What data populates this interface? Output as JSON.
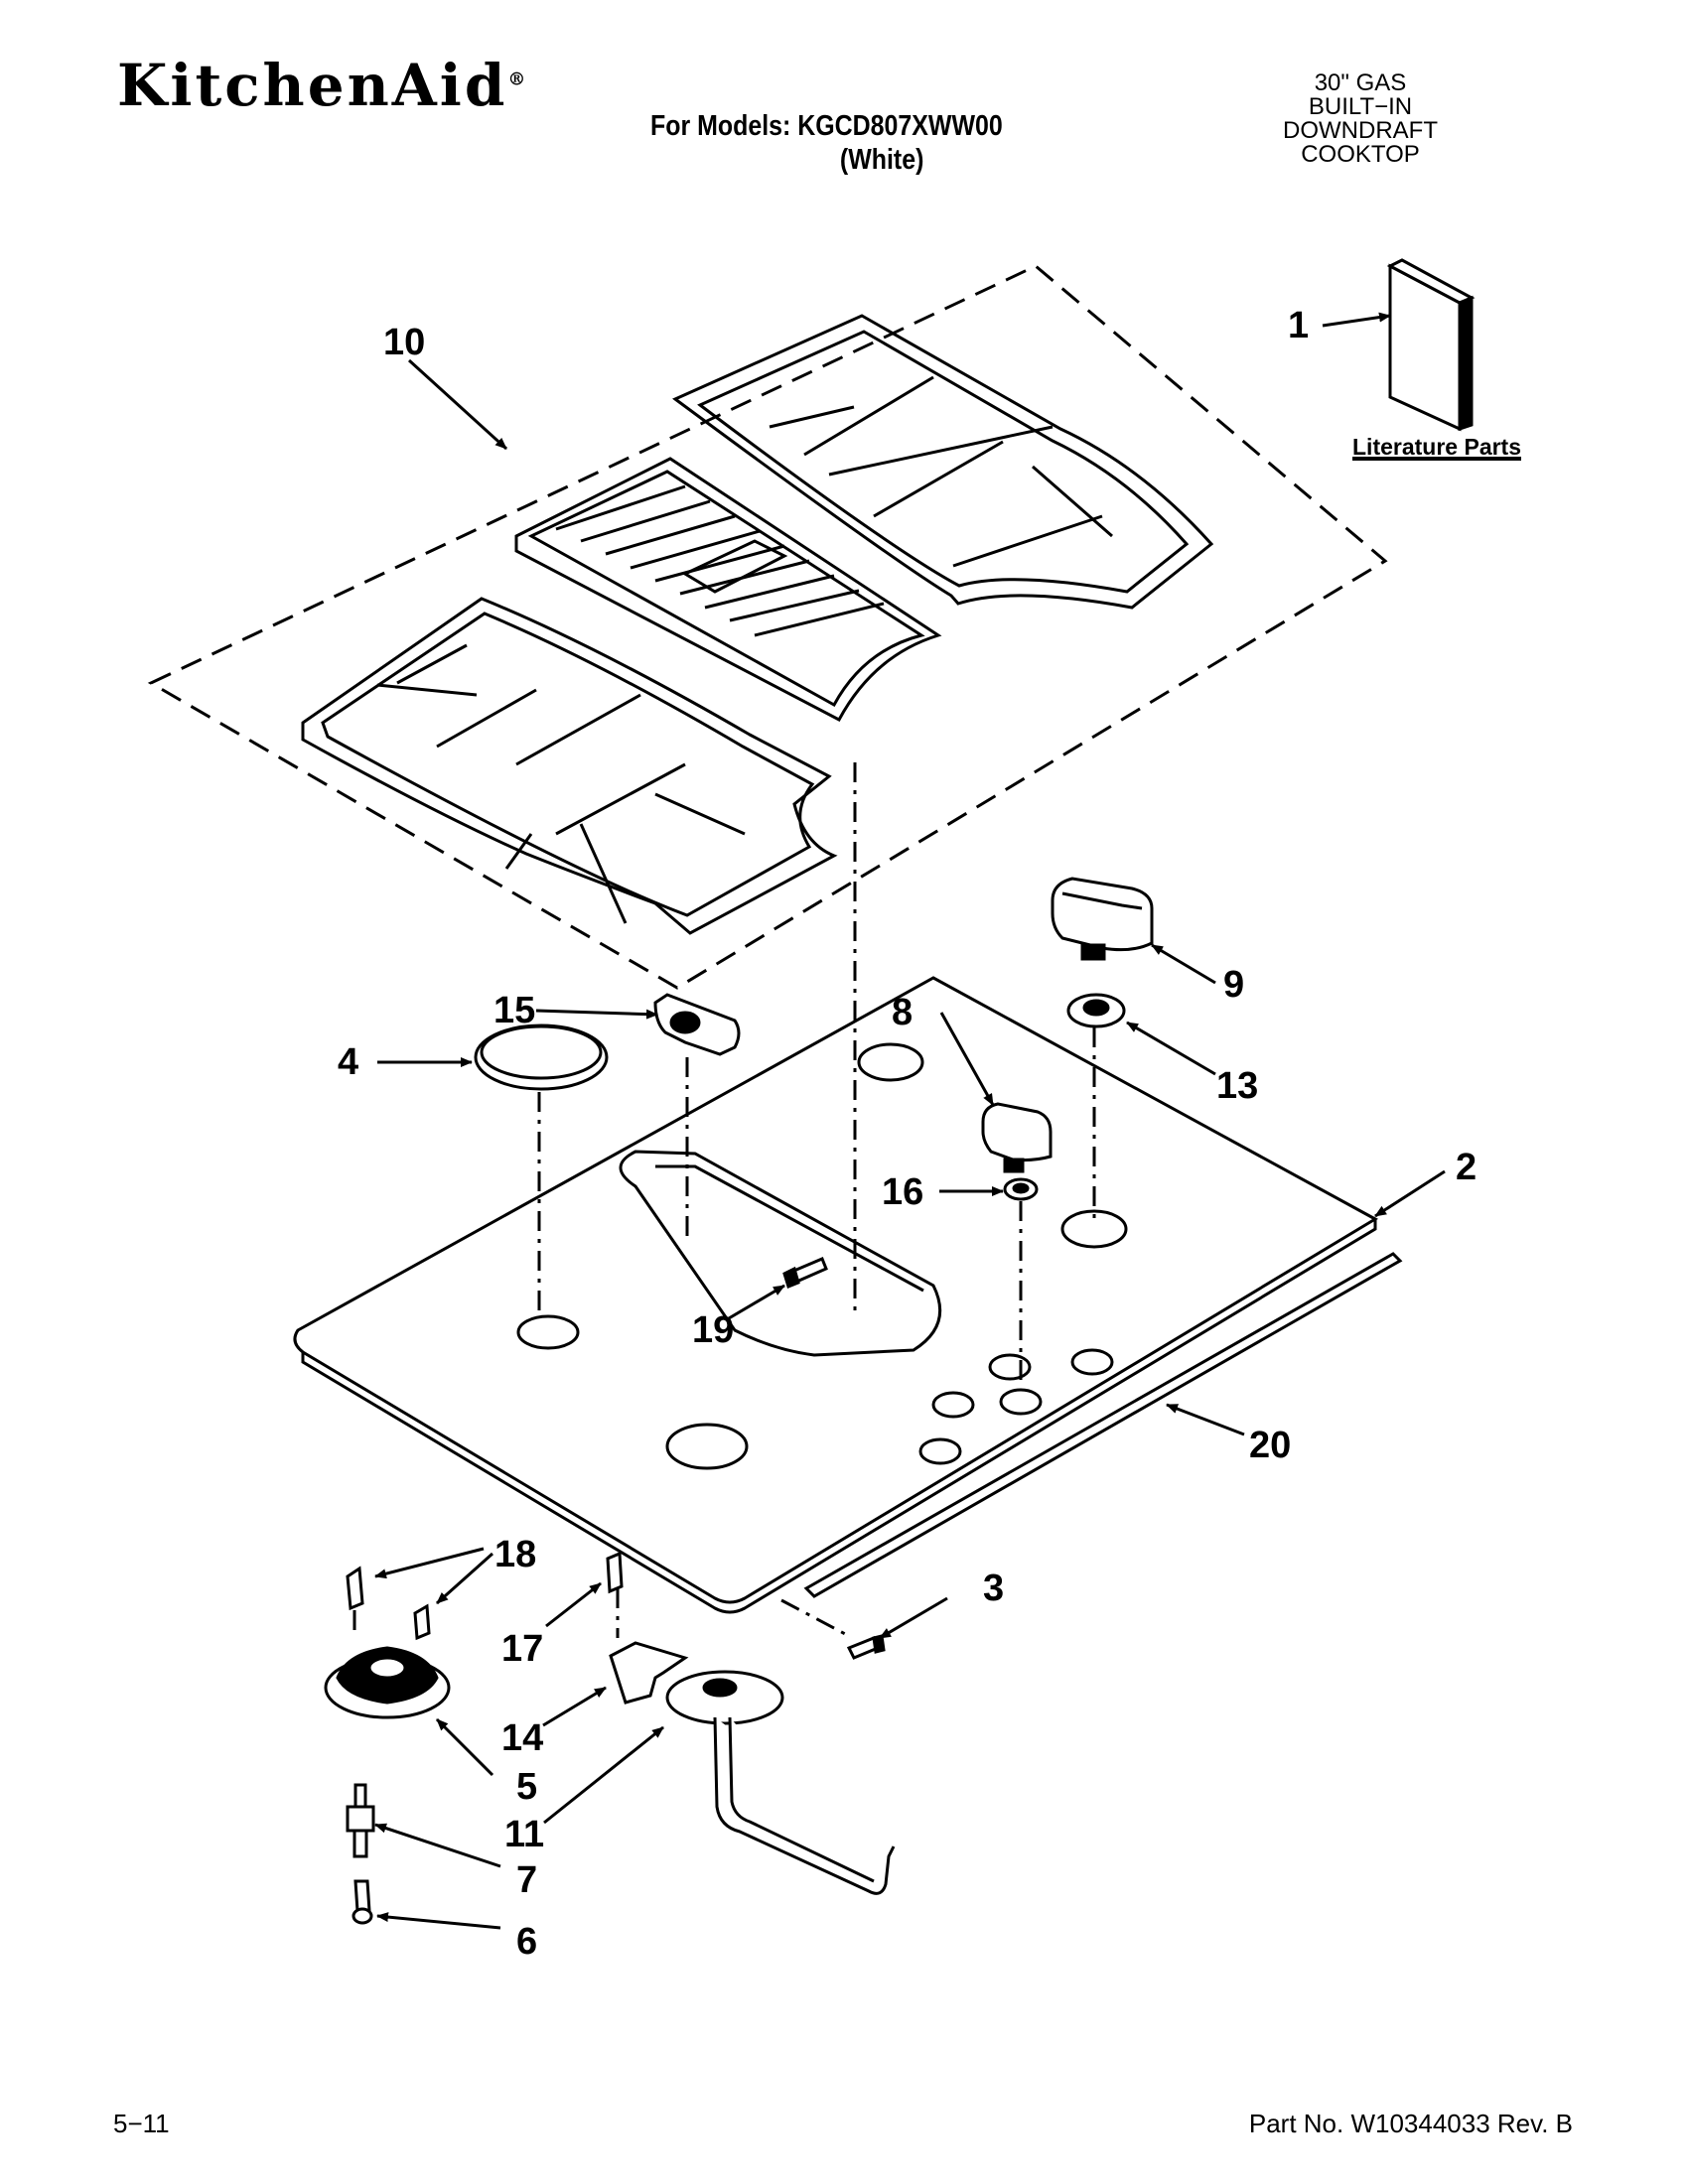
{
  "header": {
    "brand": "KitchenAid",
    "brand_mark": "®",
    "models_line1": "For Models: KGCD807XWW00",
    "models_line2": "(White)",
    "product_line1": "30\" GAS",
    "product_line2": "BUILT−IN",
    "product_line3": "DOWNDRAFT COOKTOP"
  },
  "literature_label": "Literature Parts",
  "callouts": {
    "c1": "1",
    "c2": "2",
    "c3": "3",
    "c4": "4",
    "c5": "5",
    "c6": "6",
    "c7": "7",
    "c8": "8",
    "c9": "9",
    "c10": "10",
    "c11": "11",
    "c13": "13",
    "c14": "14",
    "c15": "15",
    "c16": "16",
    "c17": "17",
    "c18": "18",
    "c19": "19",
    "c20": "20"
  },
  "footer": {
    "page": "5−11",
    "part_no": "Part No. W10344033 Rev. B"
  }
}
